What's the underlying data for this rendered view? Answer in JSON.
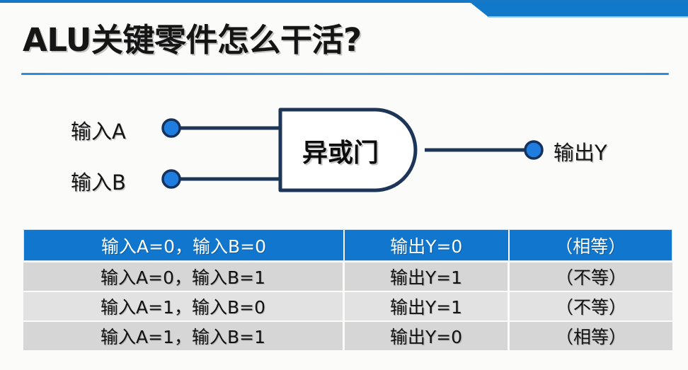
{
  "slide": {
    "title": "ALU关键零件怎么干活?",
    "accent_color": "#1878c8",
    "header_band_color": "#1278c9",
    "title_rule_color": "#2a8ee0",
    "background_color": "#fbfbfa"
  },
  "diagram": {
    "gate_label": "异或门",
    "gate_outline_color": "#1d3557",
    "node_color": "#1f7de0",
    "wire_color": "#1d3557",
    "inputs": [
      {
        "label": "输入A",
        "node": "input-node-a"
      },
      {
        "label": "输入B",
        "node": "input-node-b"
      }
    ],
    "output": {
      "label": "输出Y",
      "node": "output-node-y"
    }
  },
  "truth_table": {
    "columns": [
      "inputs",
      "output",
      "note"
    ],
    "rows": [
      {
        "inputs": "输入A=0，输入B=0",
        "output": "输出Y=0",
        "note": "（相等）",
        "highlight": true
      },
      {
        "inputs": "输入A=0，输入B=1",
        "output": "输出Y=1",
        "note": "（不等）",
        "highlight": false
      },
      {
        "inputs": "输入A=1，输入B=0",
        "output": "输出Y=1",
        "note": "（不等）",
        "highlight": false
      },
      {
        "inputs": "输入A=1，输入B=1",
        "output": "输出Y=0",
        "note": "（相等）",
        "highlight": false
      }
    ]
  }
}
